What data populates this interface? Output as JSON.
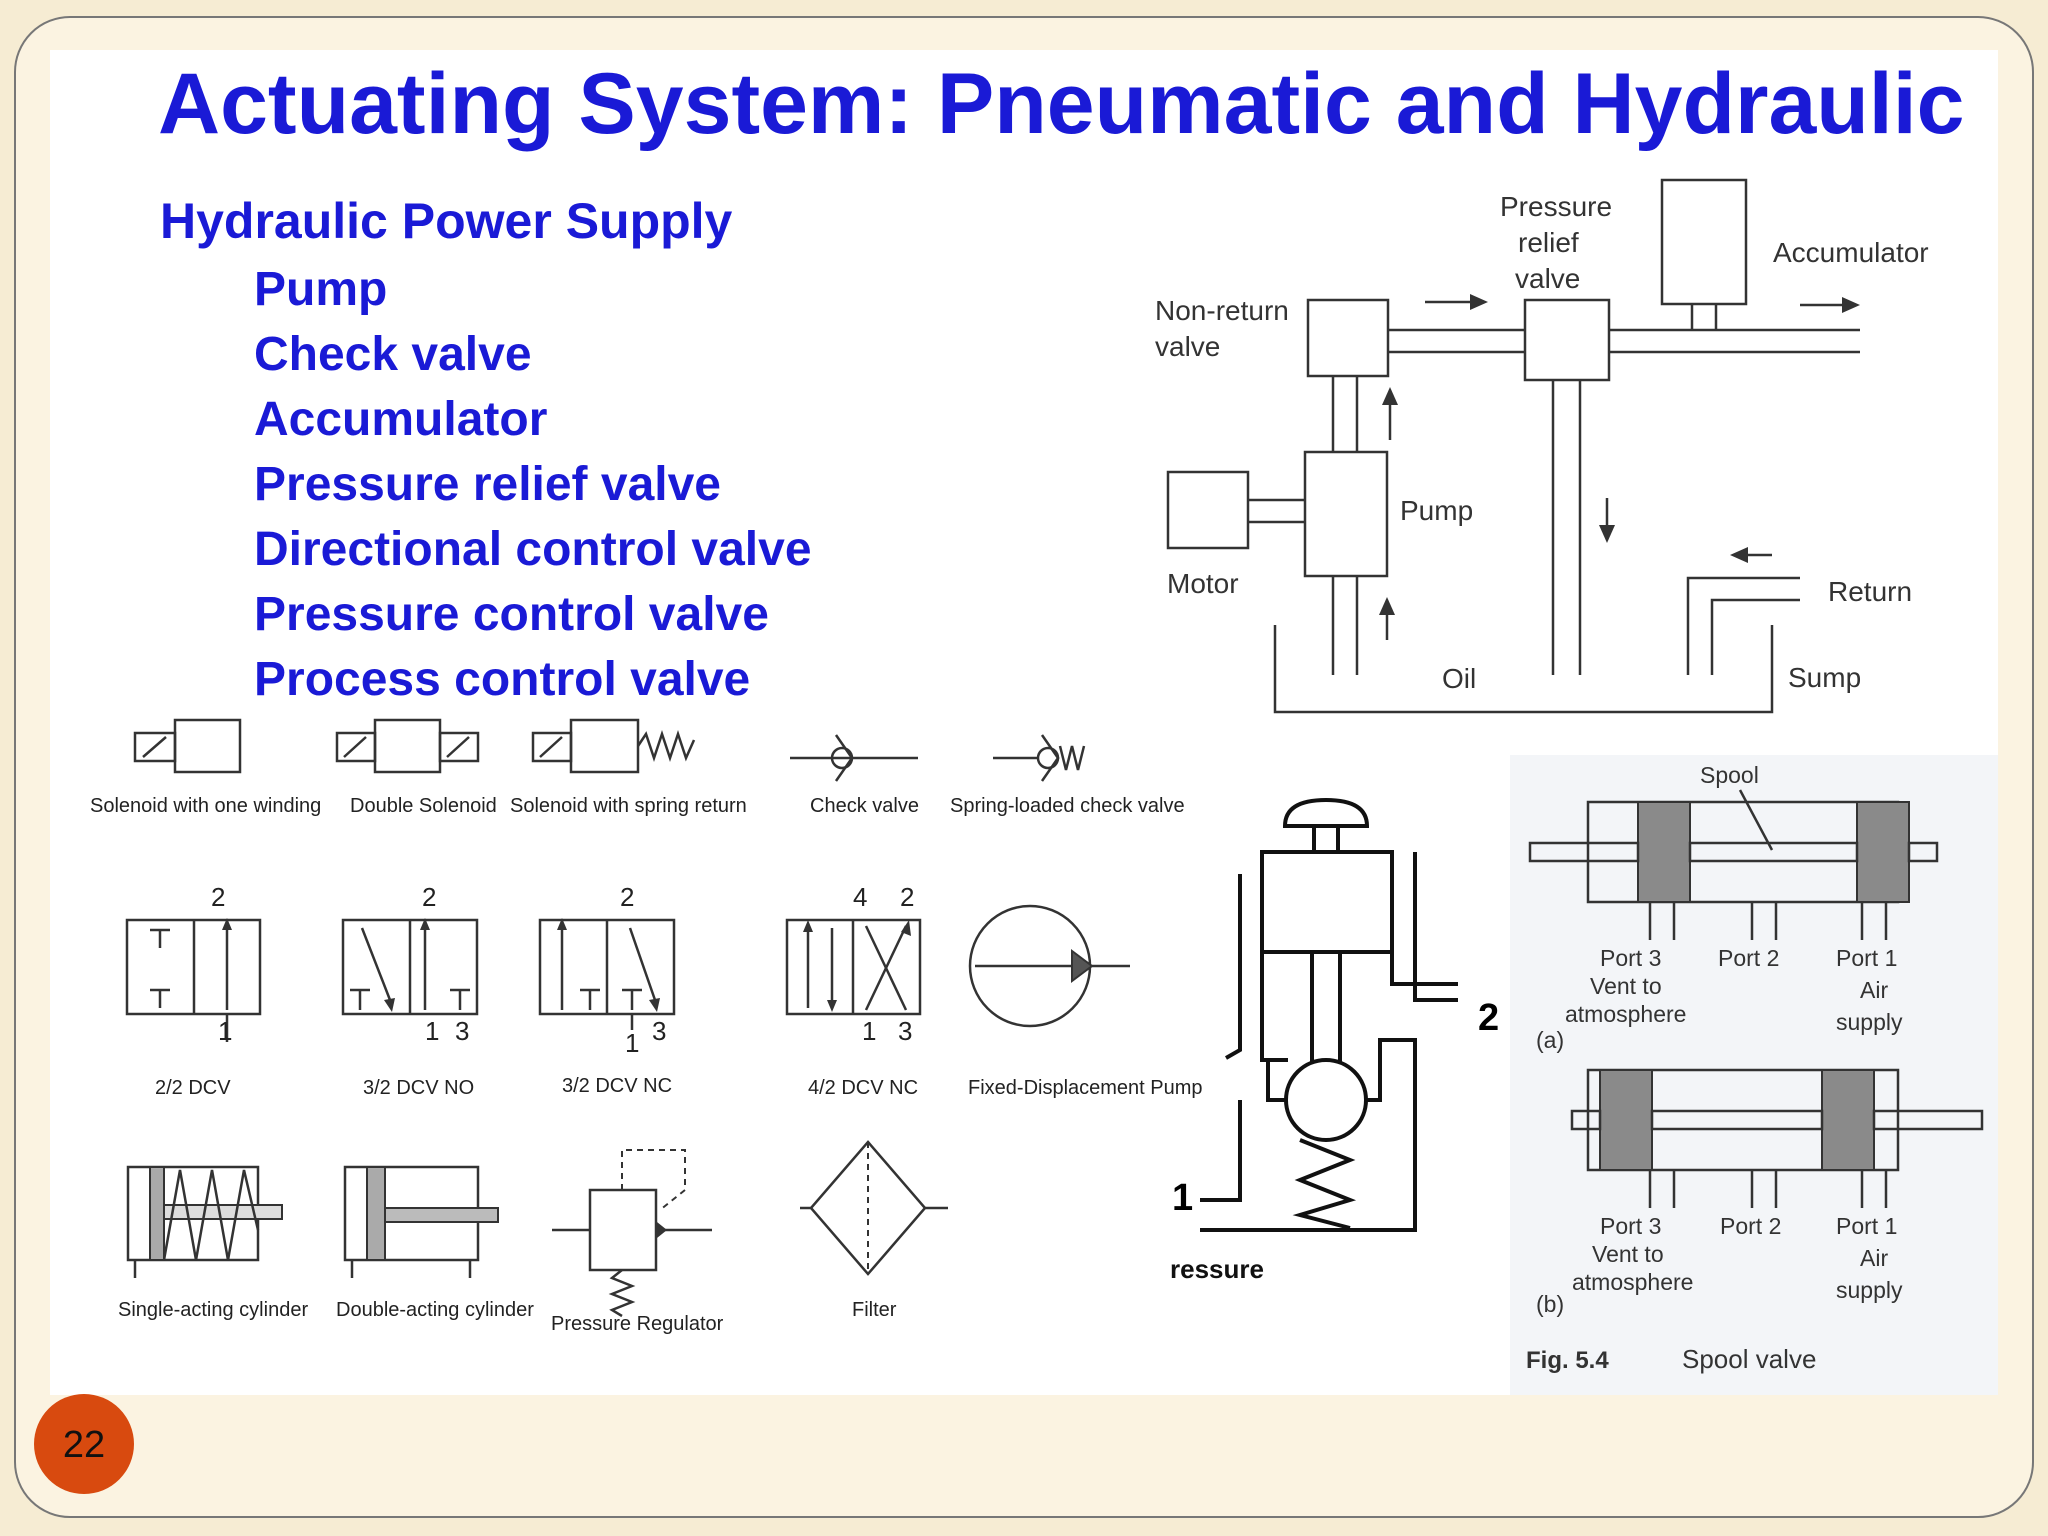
{
  "slide": {
    "title": "Actuating System: Pneumatic and Hydraulic",
    "page_number": "22"
  },
  "outline": {
    "heading": "Hydraulic Power Supply",
    "items": [
      "Pump",
      "Check valve",
      "Accumulator",
      "Pressure relief valve",
      "Directional control valve",
      "Pressure control valve",
      "Process control valve"
    ]
  },
  "hydraulic_diagram": {
    "labels": {
      "pressure_relief_1": "Pressure",
      "pressure_relief_2": "relief",
      "pressure_relief_3": "valve",
      "accumulator": "Accumulator",
      "non_return_1": "Non-return",
      "non_return_2": "valve",
      "pump": "Pump",
      "motor": "Motor",
      "return": "Return",
      "oil": "Oil",
      "sump": "Sump"
    }
  },
  "symbols": {
    "row1": [
      "Solenoid with one winding",
      "Double Solenoid",
      "Solenoid with spring return",
      "Check valve",
      "Spring-loaded check valve"
    ],
    "row2": [
      "2/2 DCV",
      "3/2 DCV NO",
      "3/2 DCV NC",
      "4/2 DCV NC",
      "Fixed-Displacement Pump"
    ],
    "row3": [
      "Single-acting cylinder",
      "Double-acting cylinder",
      "Pressure Regulator",
      "Filter"
    ],
    "port_numbers": {
      "one": "1",
      "two": "2",
      "three": "3",
      "four": "4"
    }
  },
  "poppet_valve": {
    "port_2": "2",
    "port_1": "1",
    "pressure_label": "ressure"
  },
  "spool_valve": {
    "spool": "Spool",
    "port3": "Port 3",
    "vent_to": "Vent to",
    "atmosphere": "atmosphere",
    "port2": "Port 2",
    "port1": "Port 1",
    "air": "Air",
    "supply": "supply",
    "label_a": "(a)",
    "label_b": "(b)",
    "fig_number": "Fig. 5.4",
    "fig_caption": "Spool valve"
  },
  "colors": {
    "title": "#1a1ad6",
    "page_badge": "#d84a0f",
    "background": "#f6ecd3"
  }
}
